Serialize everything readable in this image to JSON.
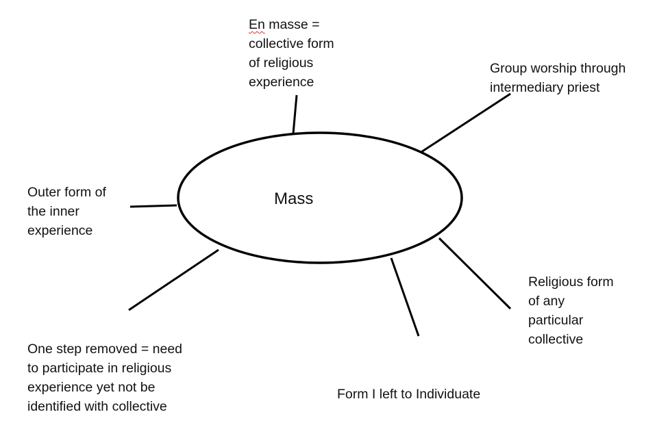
{
  "diagram": {
    "center": {
      "label": "Mass"
    },
    "branches": [
      {
        "id": "en-masse",
        "first_word": "En",
        "rest": " masse =\ncollective form\nof religious\nexperience"
      },
      {
        "id": "group-worship",
        "text": "Group worship through\nintermediary priest"
      },
      {
        "id": "outer-form",
        "text": "Outer form of\nthe inner\nexperience"
      },
      {
        "id": "religious-form",
        "text": "Religious form\nof any\nparticular\ncollective"
      },
      {
        "id": "one-step",
        "text": "One step removed = need\nto participate in religious\nexperience yet not be\nidentified with collective"
      },
      {
        "id": "form-left",
        "text": "Form I left to Individuate"
      }
    ]
  }
}
